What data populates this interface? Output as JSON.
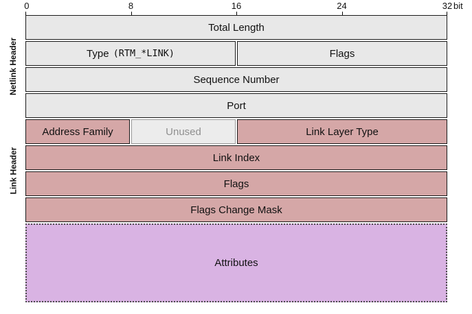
{
  "colors": {
    "netlink_header_bg": "#e8e8e8",
    "link_header_bg": "#d5a7a7",
    "unused_bg": "#ececec",
    "unused_text": "#8f8f8f",
    "attributes_bg": "#d9b3e3",
    "border": "#1a1a1a"
  },
  "ruler": {
    "ticks": [
      {
        "label": "0"
      },
      {
        "label": "8"
      },
      {
        "label": "16"
      },
      {
        "label": "24"
      },
      {
        "label": "32"
      }
    ],
    "unit": "bit"
  },
  "side_labels": {
    "netlink": "Netlink Header",
    "link": "Link Header"
  },
  "cells": {
    "total_length": "Total Length",
    "type_label": "Type",
    "type_code": "(RTM_*LINK)",
    "netlink_flags": "Flags",
    "sequence_number": "Sequence Number",
    "port": "Port",
    "address_family": "Address Family",
    "unused": "Unused",
    "link_layer_type": "Link Layer Type",
    "link_index": "Link Index",
    "link_flags": "Flags",
    "flags_change_mask": "Flags Change Mask",
    "attributes": "Attributes"
  }
}
